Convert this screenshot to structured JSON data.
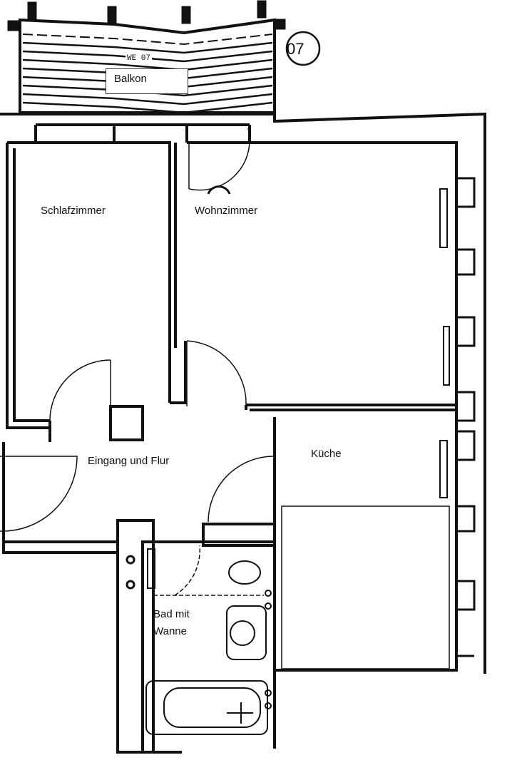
{
  "plan": {
    "unit_number": "07",
    "stamp": "WE 07",
    "rooms": {
      "balkon": "Balkon",
      "schlafzimmer": "Schlafzimmer",
      "wohnzimmer": "Wohnzimmer",
      "flur": "Eingang und Flur",
      "kueche": "Küche",
      "bad_line1": "Bad mit",
      "bad_line2": "Wanne"
    },
    "colors": {
      "wall": "#111111",
      "background": "#ffffff"
    }
  }
}
